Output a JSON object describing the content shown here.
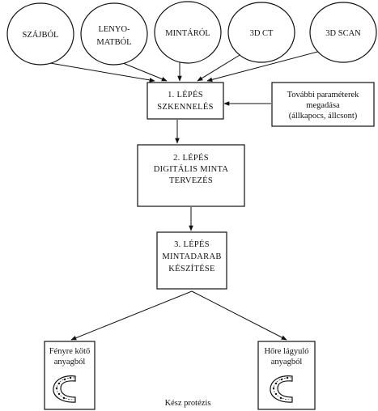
{
  "sources": [
    {
      "id": "szajbol",
      "lines": [
        "SZÁJBÓL"
      ]
    },
    {
      "id": "lenyomatbol",
      "lines": [
        "LENYO-",
        "MATBÓL"
      ]
    },
    {
      "id": "mintarol",
      "lines": [
        "MINTÁRÓL"
      ]
    },
    {
      "id": "ct3d",
      "lines": [
        "3D CT"
      ]
    },
    {
      "id": "scan3d",
      "lines": [
        "3D SCAN"
      ]
    }
  ],
  "steps": [
    {
      "id": "step1",
      "lines": [
        "1. LÉPÉS",
        "SZKENNELÉS"
      ]
    },
    {
      "id": "step2",
      "lines": [
        "2. LÉPÉS",
        "DIGITÁLIS MINTA",
        "TERVEZÉS"
      ]
    },
    {
      "id": "step3",
      "lines": [
        "3. LÉPÉS",
        "MINTADARAB",
        "KÉSZÍTÉSE"
      ]
    }
  ],
  "params": {
    "lines": [
      "További paraméterek",
      "megadása",
      "(állkapocs, állcsont)"
    ]
  },
  "outputs": [
    {
      "id": "light",
      "lines": [
        "Fényre kötő",
        "anyagból"
      ],
      "icon": "denture-arch-icon"
    },
    {
      "id": "heat",
      "lines": [
        "Hőre lágyuló",
        "anyagból"
      ],
      "icon": "denture-arch-icon"
    }
  ],
  "final_label": "Kész protézis"
}
